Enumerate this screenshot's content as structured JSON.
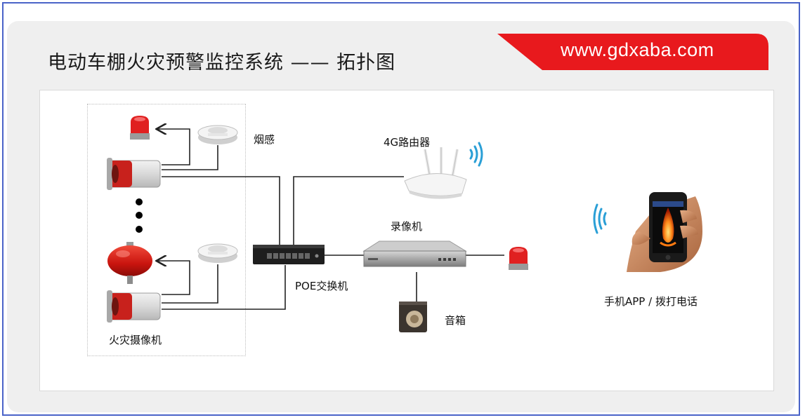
{
  "header": {
    "title": "电动车棚火灾预警监控系统  —— 拓扑图",
    "website": "www.gdxaba.com"
  },
  "labels": {
    "smoke_detector": "烟感",
    "router": "4G路由器",
    "nvr": "录像机",
    "poe_switch": "POE交换机",
    "speaker": "音箱",
    "fire_camera": "火灾摄像机",
    "phone_app": "手机APP / 拨打电话"
  },
  "colors": {
    "frame_border": "#4a63c8",
    "banner_red": "#e8191d",
    "alarm_red": "#e02020",
    "camera_red": "#c8211c",
    "wifi_blue": "#2a9fd6",
    "line": "#222222"
  }
}
